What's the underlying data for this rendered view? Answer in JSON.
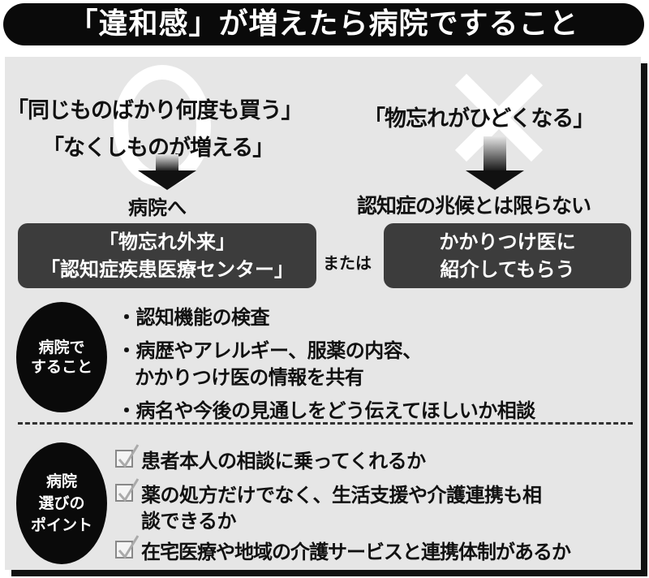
{
  "title": "「違和感」が増えたら病院ですること",
  "symbols": {
    "left": "circle-mark",
    "right": "cross-mark"
  },
  "left_branch": {
    "symptoms": [
      "「同じものばかり何度も買う」",
      "「なくしものが増える」"
    ],
    "result": "病院へ",
    "box_lines": [
      "「物忘れ外来」",
      "「認知症疾患医療センター」"
    ]
  },
  "connector": "または",
  "right_branch": {
    "symptom": "「物忘れがひどくなる」",
    "result": "認知症の兆候とは限らない",
    "box_lines": [
      "かかりつけ医に",
      "紹介してもらう"
    ]
  },
  "hospital_tasks": {
    "badge_lines": [
      "病院で",
      "すること"
    ],
    "items": [
      "・認知機能の検査",
      "・病歴やアレルギー、服薬の内容、",
      "かかりつけ医の情報を共有",
      "・病名や今後の見通しをどう伝えてほしいか相談"
    ]
  },
  "selection_points": {
    "badge_lines": [
      "病院",
      "選びの",
      "ポイント"
    ],
    "items": [
      "患者本人の相談に乗ってくれるか",
      "薬の処方だけでなく、生活支援や介護連携も相",
      "談できるか",
      "在宅医療や地域の介護サービスと連携体制があるか"
    ]
  },
  "colors": {
    "background": "#e6e6e6",
    "dark_box": "#3c3c3c",
    "title_bar": "#0a0a0a"
  }
}
